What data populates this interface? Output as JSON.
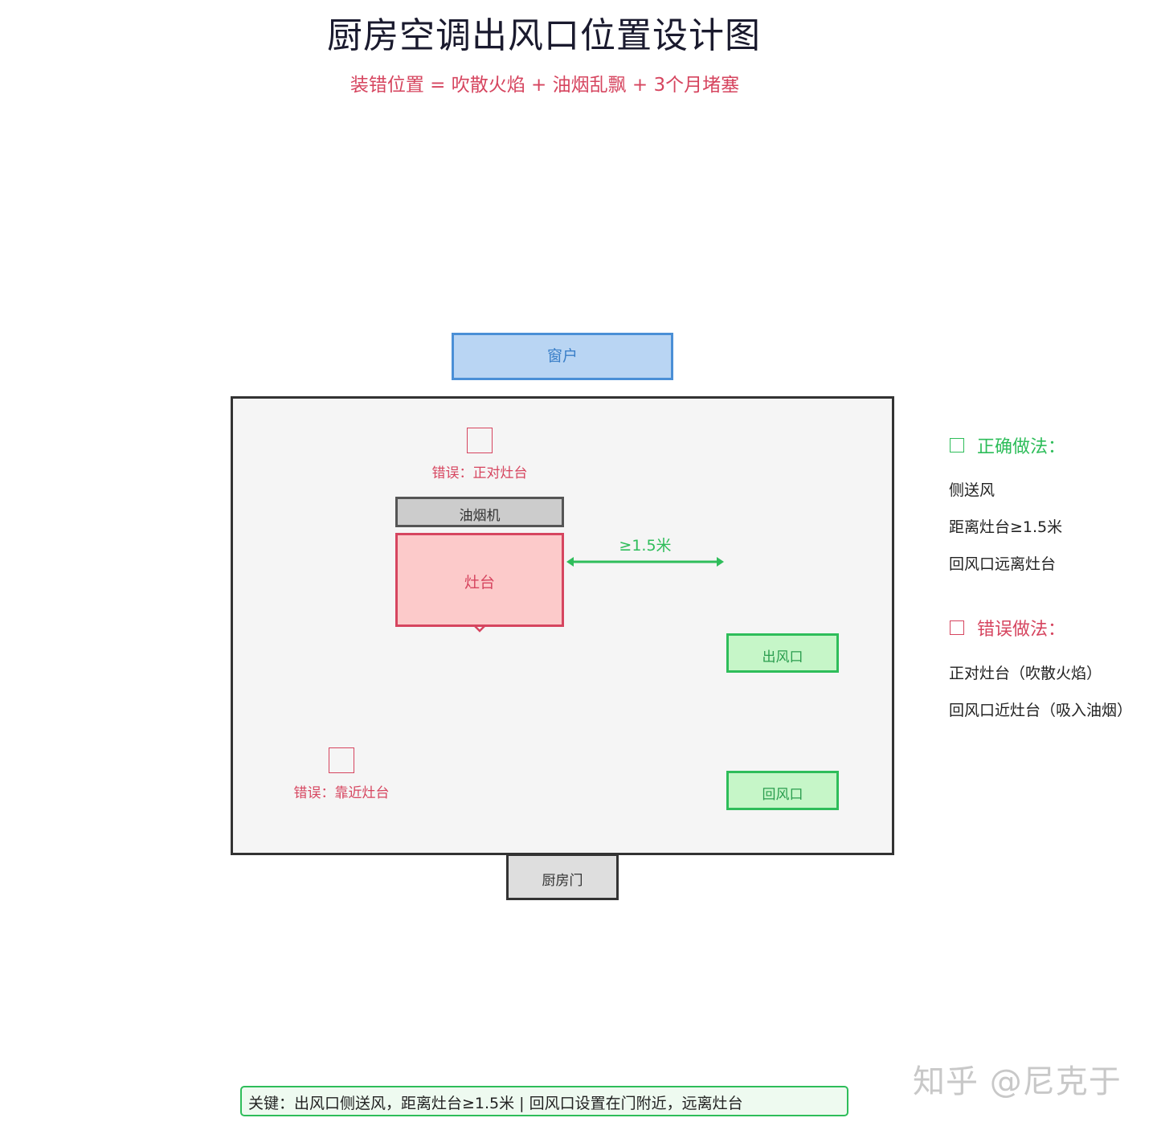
{
  "header": {
    "title": "厨房空调出风口位置设计图",
    "subtitle": "装错位置 = 吹散火焰 + 油烟乱飘 + 3个月堵塞"
  },
  "plan": {
    "window_label": "窗户",
    "door_label": "厨房门",
    "hood_label": "油烟机",
    "stove_label": "灶台",
    "distance_label": "≥1.5米",
    "outlet_label": "出风口",
    "return_label": "回风口",
    "wrong_top_label": "错误：正对灶台",
    "wrong_bottom_label": "错误：靠近灶台"
  },
  "legend": {
    "correct": {
      "heading": "正确做法：",
      "color": "#2ebd5a",
      "items": [
        "侧送风",
        "距离灶台≥1.5米",
        "回风口远离灶台"
      ]
    },
    "wrong": {
      "heading": "错误做法：",
      "color": "#d6455f",
      "items": [
        "正对灶台（吹散火焰）",
        "回风口近灶台（吸入油烟）"
      ]
    }
  },
  "footer": {
    "key_note": "关键：出风口侧送风，距离灶台≥1.5米 | 回风口设置在门附近，远离灶台"
  },
  "watermark": "知乎 @尼克于",
  "colors": {
    "wrong": "#d6455f",
    "correct": "#2ebd5a",
    "window": "#4a8fd6",
    "wall": "#333333"
  }
}
